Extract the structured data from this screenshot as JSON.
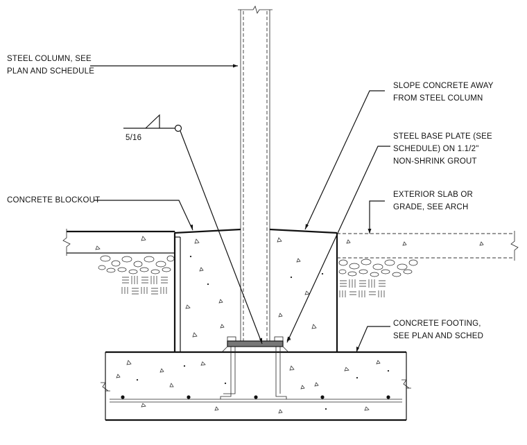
{
  "labels": {
    "steel_column_1": "STEEL COLUMN, SEE",
    "steel_column_2": "PLAN AND SCHEDULE",
    "slope_1": "SLOPE CONCRETE AWAY",
    "slope_2": "FROM STEEL COLUMN",
    "base_plate_1": "STEEL BASE PLATE (SEE",
    "base_plate_2": "SCHEDULE) ON 1.1/2\"",
    "base_plate_3": "NON-SHRINK GROUT",
    "blockout": "CONCRETE BLOCKOUT",
    "slab_1": "EXTERIOR SLAB OR",
    "slab_2": "GRADE, SEE ARCH",
    "footing_1": "CONCRETE FOOTING,",
    "footing_2": "SEE PLAN AND SCHED",
    "weld_size": "5/16"
  },
  "colors": {
    "line": "#111111",
    "background": "#ffffff"
  }
}
